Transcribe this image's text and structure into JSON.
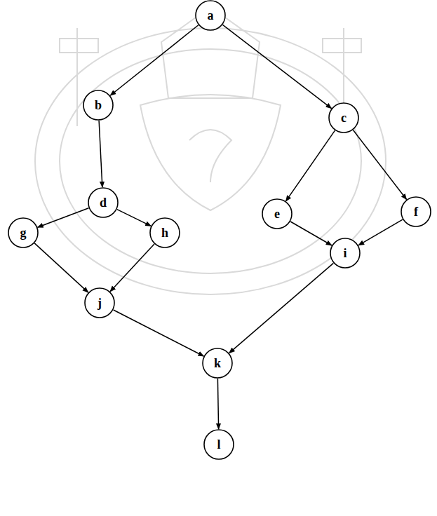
{
  "diagram": {
    "nodes": [
      {
        "text": [
          "a"
        ]
      },
      {
        "text": [
          "b"
        ]
      },
      {
        "text": [
          "c"
        ]
      },
      {
        "text": [
          "d"
        ]
      },
      {
        "text": [
          "e"
        ]
      },
      {
        "text": [
          "f"
        ]
      },
      {
        "text": [
          "g"
        ]
      },
      {
        "text": [
          "h"
        ]
      },
      {
        "text": [
          "i"
        ]
      },
      {
        "text": [
          "j"
        ]
      },
      {
        "text": [
          "k"
        ]
      },
      {
        "text": [
          "l"
        ]
      }
    ],
    "edges": [
      {
        "from": 0,
        "to": 1,
        "arrow": "to"
      },
      {
        "from": 0,
        "to": 2,
        "arrow": "to"
      },
      {
        "from": 1,
        "to": 3,
        "arrow": "to"
      },
      {
        "from": 2,
        "to": 4,
        "arrow": "to"
      },
      {
        "from": 2,
        "to": 5,
        "arrow": "to"
      },
      {
        "from": 3,
        "to": 6,
        "arrow": "to"
      },
      {
        "from": 3,
        "to": 7,
        "arrow": "to"
      },
      {
        "from": 4,
        "to": 8,
        "arrow": "to"
      },
      {
        "from": 5,
        "to": 8,
        "arrow": "to"
      },
      {
        "from": 6,
        "to": 9,
        "arrow": "to"
      },
      {
        "from": 7,
        "to": 9,
        "arrow": "to"
      },
      {
        "from": 9,
        "to": 10,
        "arrow": "to"
      },
      {
        "from": 8,
        "to": 10,
        "arrow": "to"
      },
      {
        "from": 10,
        "to": 11,
        "arrow": "to"
      }
    ]
  }
}
